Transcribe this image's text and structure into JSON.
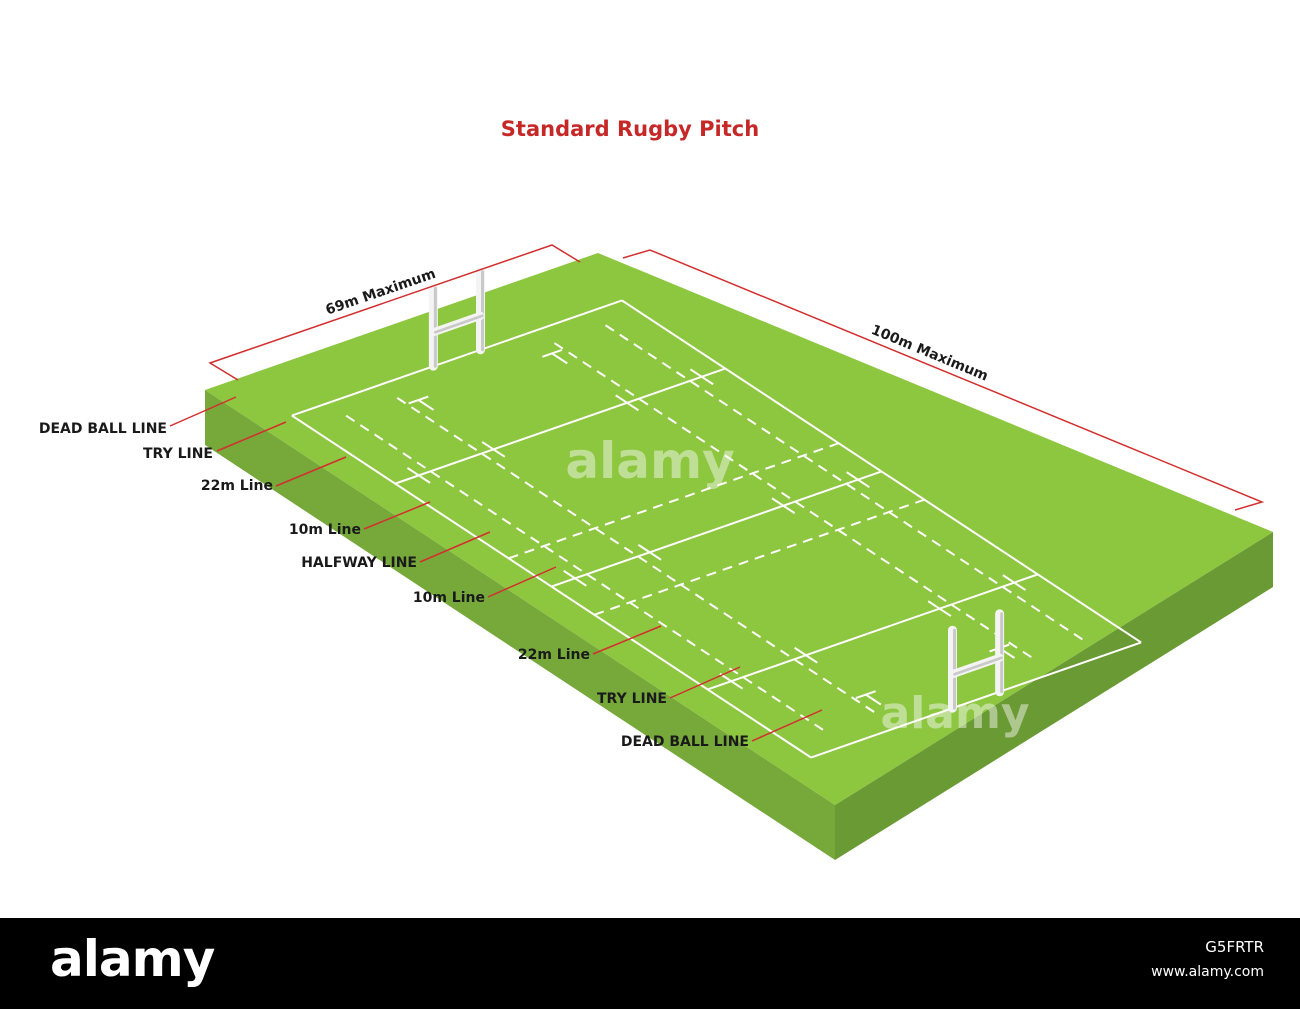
{
  "title": "Standard Rugby Pitch",
  "colors": {
    "title": "#c62828",
    "leader": "#d32f2f",
    "pitch_top": "#8dc63f",
    "pitch_side_front": "#76a83a",
    "pitch_side_end": "#6a9a33",
    "marking": "#ffffff"
  },
  "dimensions": {
    "width_label": "69m Maximum",
    "length_label": "100m Maximum"
  },
  "labels": [
    "DEAD BALL LINE",
    "TRY LINE",
    "22m Line",
    "10m Line",
    "HALFWAY LINE",
    "10m Line",
    "22m Line",
    "TRY LINE",
    "DEAD BALL LINE"
  ],
  "watermark": "alamy",
  "footer": {
    "logo": "alamy",
    "image_id": "G5FRTR",
    "site": "www.alamy.com"
  }
}
